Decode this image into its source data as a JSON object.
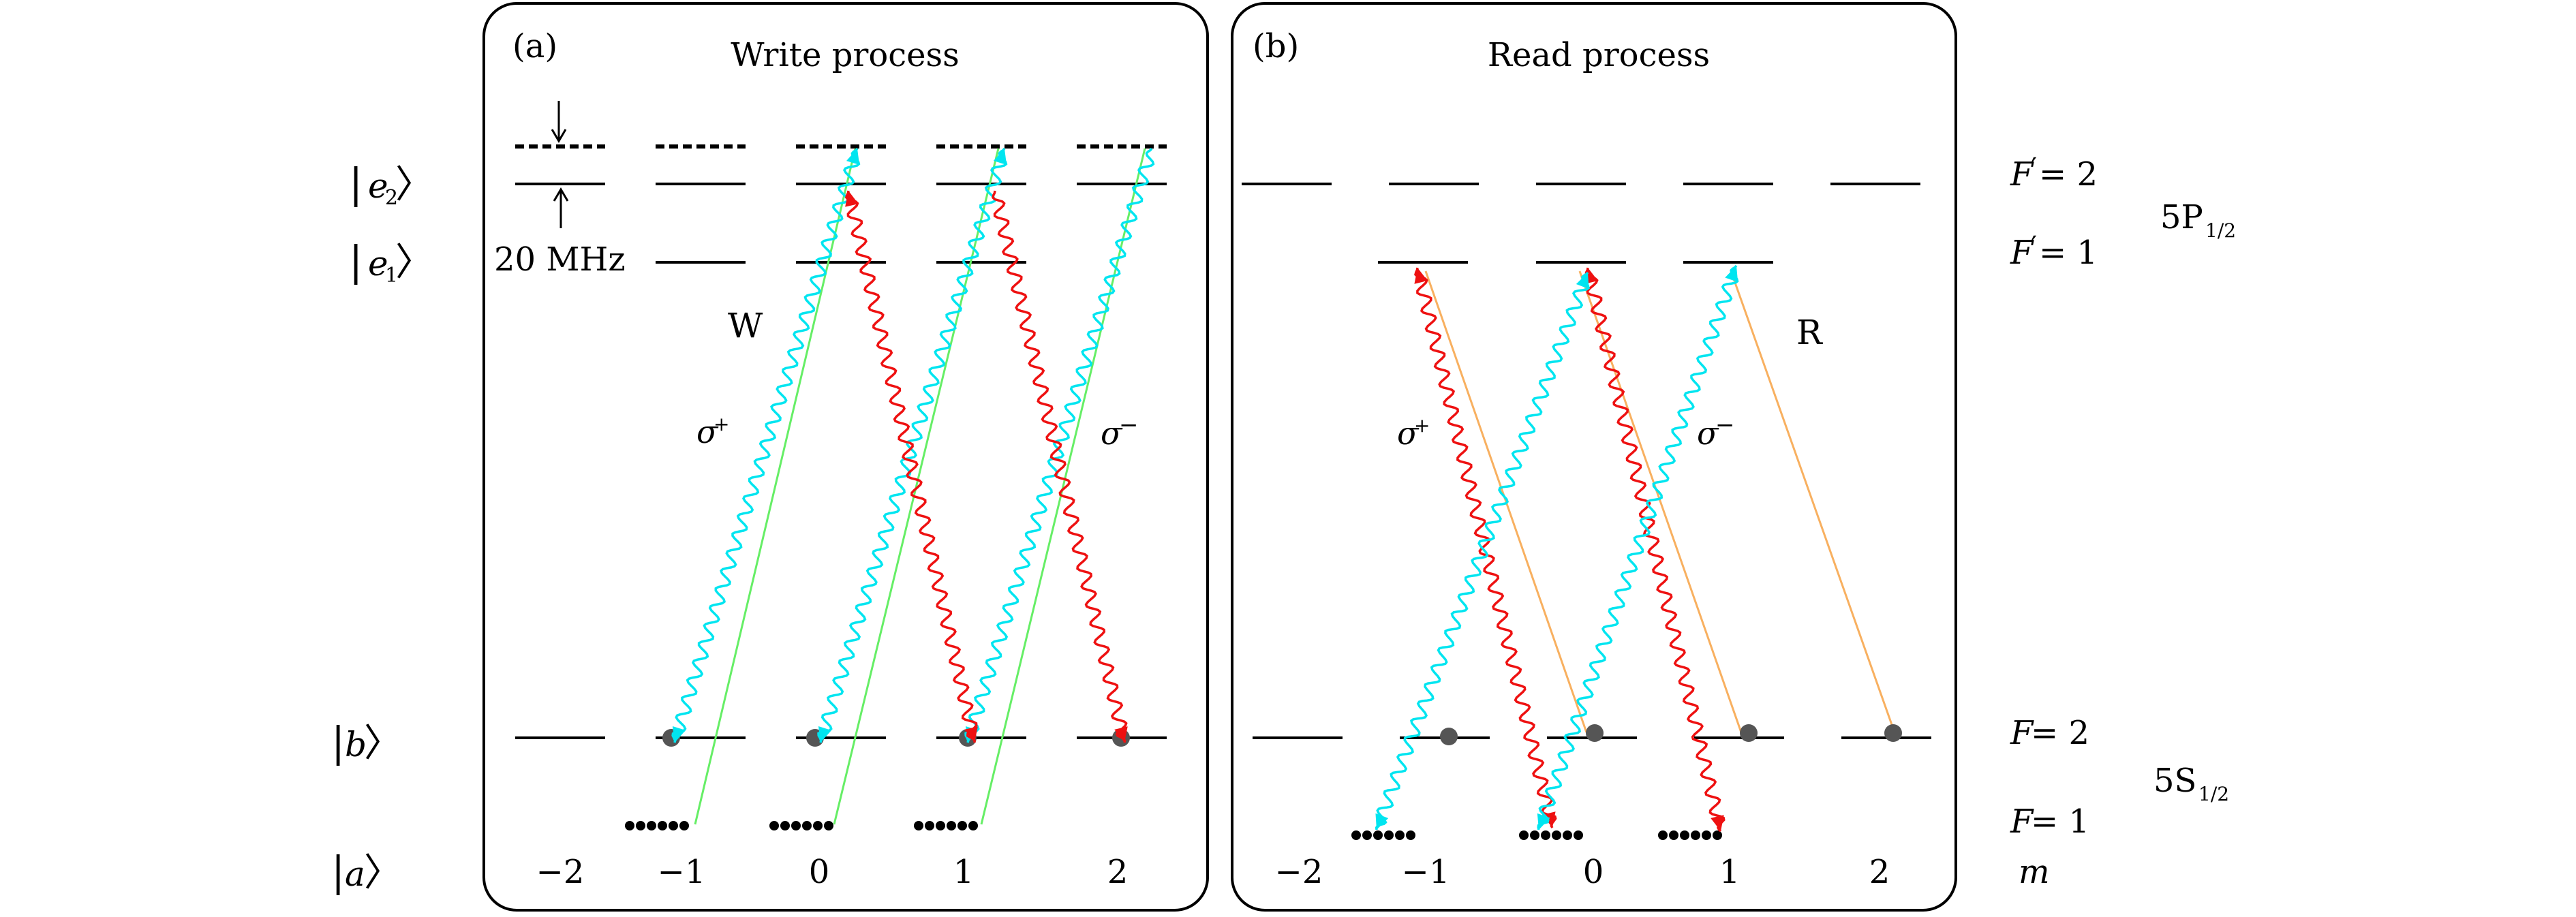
{
  "panels": [
    {
      "tag": "(a)",
      "title": "Write process"
    },
    {
      "tag": "(b)",
      "title": "Read process"
    }
  ],
  "state_labels": {
    "e2": {
      "bar": "|",
      "sym": "e",
      "sub": "2",
      "ket": "〉"
    },
    "e1": {
      "bar": "|",
      "sym": "e",
      "sub": "1",
      "ket": "〉"
    },
    "b": {
      "bar": "|",
      "sym": "b",
      "ket": "〉"
    },
    "a": {
      "bar": "|",
      "sym": "a",
      "ket": "〉"
    }
  },
  "detuning_label": "20 MHz",
  "field_labels": {
    "write": "W",
    "read": "R",
    "sigma_plus": {
      "sym": "σ",
      "sup": "+"
    },
    "sigma_minus": {
      "sym": "σ",
      "sup": "−"
    }
  },
  "m_labels": [
    "−2",
    "−1",
    "0",
    "1",
    "2"
  ],
  "m_symbol": "m",
  "right_labels": {
    "fp2": {
      "sym": "F",
      "prime": "′",
      "eq": " = 2"
    },
    "fp1": {
      "sym": "F",
      "prime": "′",
      "eq": " = 1"
    },
    "p_term": {
      "main": "5P",
      "sub": "1/2"
    },
    "f2": {
      "sym": "F",
      "eq": " = 2"
    },
    "f1": {
      "sym": "F",
      "eq": " = 1"
    },
    "s_term": {
      "main": "5S",
      "sub": "1/2"
    }
  },
  "colors": {
    "photon_cyan": "#00e5f0",
    "photon_red": "#ee1111",
    "write_beam": "#66ee66",
    "read_beam": "#f8b060",
    "atom": "#555555",
    "frame": "#000000"
  }
}
